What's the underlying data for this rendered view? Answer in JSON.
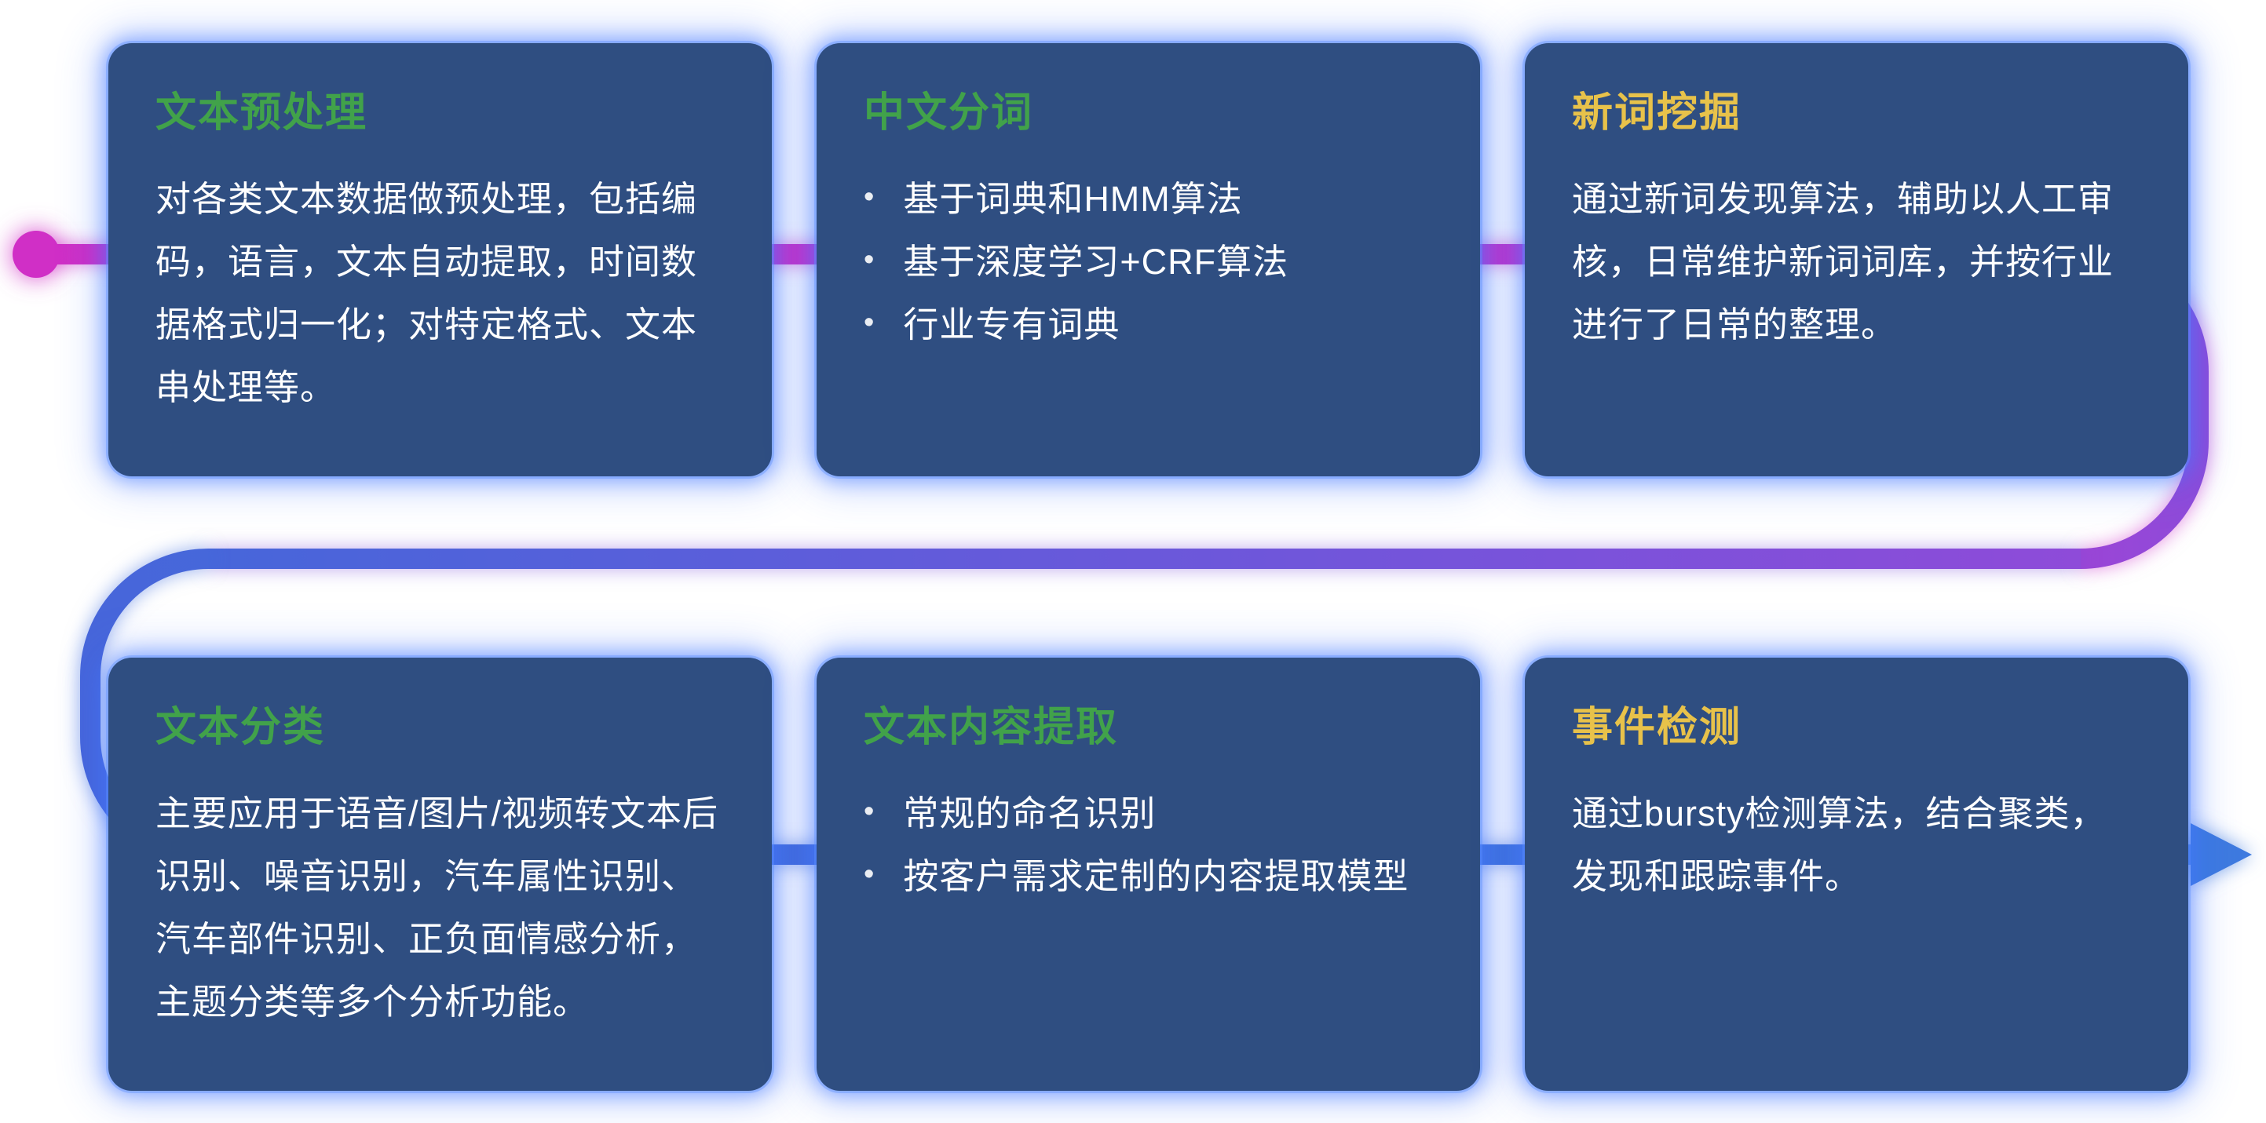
{
  "page": {
    "background": "#ffffff"
  },
  "colors": {
    "page-bg": "#ffffff",
    "card-bg": "#2F4E81",
    "title-green": "#41A24A",
    "title-yellow": "#E8C24A",
    "body-text": "#FFFFFF",
    "glow-blue": "#4A7DFF",
    "flow-magenta": "#D02FC6",
    "flow-purple": "#8E4BD9",
    "flow-blue": "#3E7ADF"
  },
  "flow": {
    "start_marker": "magenta-dot",
    "end_marker": "blue-arrow",
    "sequence": [
      "文本预处理",
      "中文分词",
      "新词挖掘",
      "文本分类",
      "文本内容提取",
      "事件检测"
    ]
  },
  "cards": [
    {
      "title": "文本预处理",
      "accent": "green",
      "body": "对各类文本数据做预处理，包括编码，语言，文本自动提取，时间数据格式归一化；对特定格式、文本串处理等。"
    },
    {
      "title": "中文分词",
      "accent": "green",
      "bullets": [
        "基于词典和HMM算法",
        "基于深度学习+CRF算法",
        "行业专有词典"
      ]
    },
    {
      "title": "新词挖掘",
      "accent": "yellow",
      "body": "通过新词发现算法，辅助以人工审核，日常维护新词词库，并按行业进行了日常的整理。"
    },
    {
      "title": "文本分类",
      "accent": "green",
      "body": "主要应用于语音/图片/视频转文本后识别、噪音识别，汽车属性识别、汽车部件识别、正负面情感分析，主题分类等多个分析功能。"
    },
    {
      "title": "文本内容提取",
      "accent": "green",
      "bullets": [
        "常规的命名识别",
        "按客户需求定制的内容提取模型"
      ]
    },
    {
      "title": "事件检测",
      "accent": "yellow",
      "body": "通过bursty检测算法，结合聚类，发现和跟踪事件。"
    }
  ]
}
